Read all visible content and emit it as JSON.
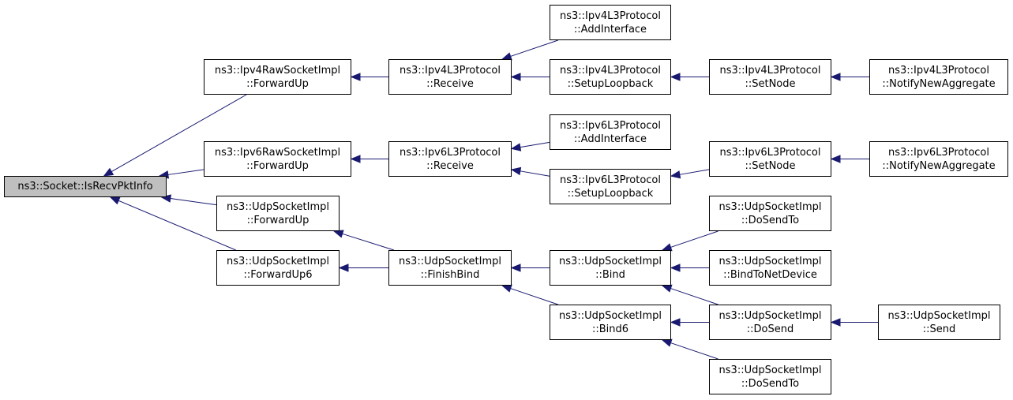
{
  "colors": {
    "edge": "#191970",
    "root_fill": "#bfbfbf",
    "node_fill": "#ffffff",
    "border": "#000000"
  },
  "nodes": {
    "root": {
      "l1": "ns3::Socket::IsRecvPktInfo",
      "l2": ""
    },
    "v4raw_fwd": {
      "l1": "ns3::Ipv4RawSocketImpl",
      "l2": "::ForwardUp"
    },
    "v6raw_fwd": {
      "l1": "ns3::Ipv6RawSocketImpl",
      "l2": "::ForwardUp"
    },
    "udp_fwd": {
      "l1": "ns3::UdpSocketImpl",
      "l2": "::ForwardUp"
    },
    "udp_fwd6": {
      "l1": "ns3::UdpSocketImpl",
      "l2": "::ForwardUp6"
    },
    "v4l3_recv": {
      "l1": "ns3::Ipv4L3Protocol",
      "l2": "::Receive"
    },
    "v6l3_recv": {
      "l1": "ns3::Ipv6L3Protocol",
      "l2": "::Receive"
    },
    "udp_finish": {
      "l1": "ns3::UdpSocketImpl",
      "l2": "::FinishBind"
    },
    "v4l3_addif": {
      "l1": "ns3::Ipv4L3Protocol",
      "l2": "::AddInterface"
    },
    "v4l3_loop": {
      "l1": "ns3::Ipv4L3Protocol",
      "l2": "::SetupLoopback"
    },
    "v6l3_addif": {
      "l1": "ns3::Ipv6L3Protocol",
      "l2": "::AddInterface"
    },
    "v6l3_loop": {
      "l1": "ns3::Ipv6L3Protocol",
      "l2": "::SetupLoopback"
    },
    "udp_bind": {
      "l1": "ns3::UdpSocketImpl",
      "l2": "::Bind"
    },
    "udp_bind6": {
      "l1": "ns3::UdpSocketImpl",
      "l2": "::Bind6"
    },
    "v4l3_setnode": {
      "l1": "ns3::Ipv4L3Protocol",
      "l2": "::SetNode"
    },
    "v6l3_setnode": {
      "l1": "ns3::Ipv6L3Protocol",
      "l2": "::SetNode"
    },
    "udp_dosendto1": {
      "l1": "ns3::UdpSocketImpl",
      "l2": "::DoSendTo"
    },
    "udp_bindnet": {
      "l1": "ns3::UdpSocketImpl",
      "l2": "::BindToNetDevice"
    },
    "udp_dosend": {
      "l1": "ns3::UdpSocketImpl",
      "l2": "::DoSend"
    },
    "udp_dosendto2": {
      "l1": "ns3::UdpSocketImpl",
      "l2": "::DoSendTo"
    },
    "v4l3_notify": {
      "l1": "ns3::Ipv4L3Protocol",
      "l2": "::NotifyNewAggregate"
    },
    "v6l3_notify": {
      "l1": "ns3::Ipv6L3Protocol",
      "l2": "::NotifyNewAggregate"
    },
    "udp_send": {
      "l1": "ns3::UdpSocketImpl",
      "l2": "::Send"
    }
  },
  "edges": [
    [
      "v4raw_fwd",
      "root"
    ],
    [
      "v6raw_fwd",
      "root"
    ],
    [
      "udp_fwd",
      "root"
    ],
    [
      "udp_fwd6",
      "root"
    ],
    [
      "v4l3_recv",
      "v4raw_fwd"
    ],
    [
      "v6l3_recv",
      "v6raw_fwd"
    ],
    [
      "udp_finish",
      "udp_fwd"
    ],
    [
      "udp_finish",
      "udp_fwd6"
    ],
    [
      "v4l3_addif",
      "v4l3_recv"
    ],
    [
      "v4l3_loop",
      "v4l3_recv"
    ],
    [
      "v6l3_addif",
      "v6l3_recv"
    ],
    [
      "v6l3_loop",
      "v6l3_recv"
    ],
    [
      "udp_bind",
      "udp_finish"
    ],
    [
      "udp_bind6",
      "udp_finish"
    ],
    [
      "v4l3_setnode",
      "v4l3_loop"
    ],
    [
      "v6l3_setnode",
      "v6l3_loop"
    ],
    [
      "udp_dosendto1",
      "udp_bind"
    ],
    [
      "udp_bindnet",
      "udp_bind"
    ],
    [
      "udp_dosend",
      "udp_bind"
    ],
    [
      "udp_dosend",
      "udp_bind6"
    ],
    [
      "udp_dosendto2",
      "udp_bind6"
    ],
    [
      "v4l3_notify",
      "v4l3_setnode"
    ],
    [
      "v6l3_notify",
      "v6l3_setnode"
    ],
    [
      "udp_send",
      "udp_dosend"
    ]
  ]
}
